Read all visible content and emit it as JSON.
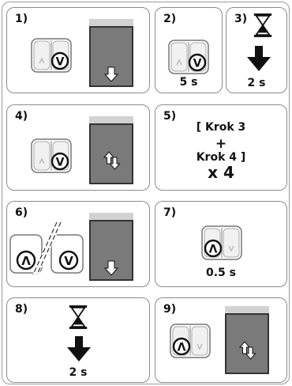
{
  "steps": [
    {
      "label": "1)"
    },
    {
      "label": "2)",
      "caption": "5 s"
    },
    {
      "label": "3)",
      "caption": "2 s"
    },
    {
      "label": "4)"
    },
    {
      "label": "5)",
      "line1": "[ Krok 3",
      "line2": "+",
      "line3": "Krok 4 ]",
      "line4": "x 4"
    },
    {
      "label": "6)"
    },
    {
      "label": "7)",
      "caption": "0.5 s"
    },
    {
      "label": "8)",
      "caption": "2 s"
    },
    {
      "label": "9)"
    }
  ],
  "remote": {
    "up_glyph": "Λ",
    "down_glyph": "V"
  }
}
